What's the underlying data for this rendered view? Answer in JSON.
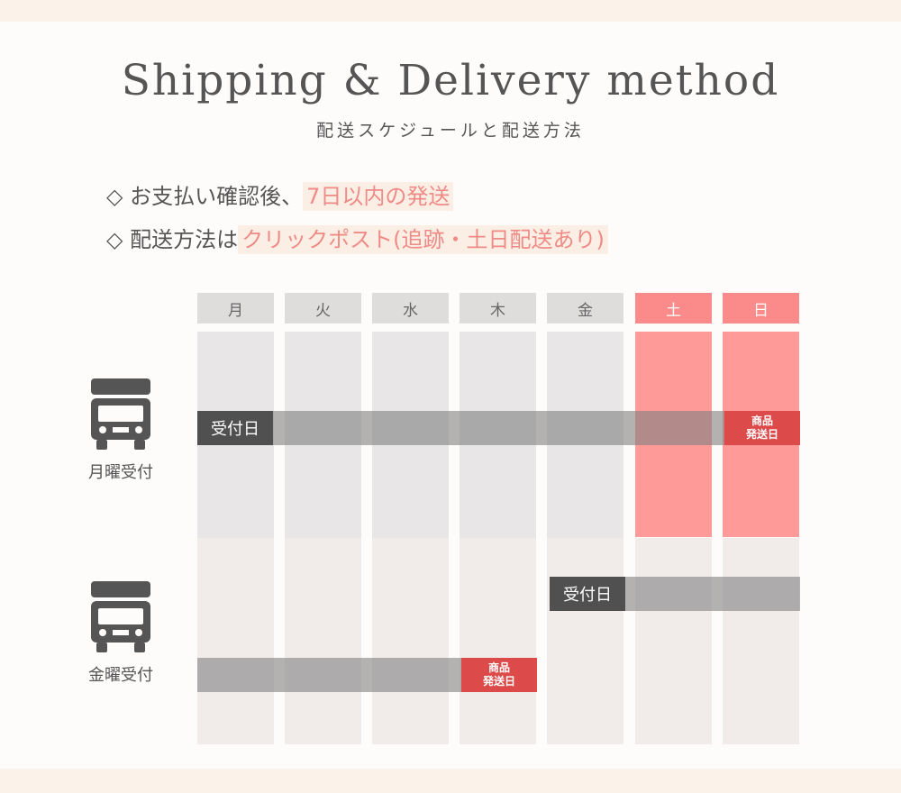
{
  "header": {
    "title": "Shipping & Delivery method",
    "subtitle": "配送スケジュールと配送方法"
  },
  "bullets": [
    {
      "prefix": "◇ お支払い確認後、",
      "highlight": "7日以内の発送"
    },
    {
      "prefix": "◇ 配送方法は",
      "highlight": "クリックポスト(追跡・土日配送あり)"
    }
  ],
  "days": [
    "月",
    "火",
    "水",
    "木",
    "金",
    "土",
    "日"
  ],
  "rows": [
    {
      "label": "月曜受付",
      "receive_label": "受付日",
      "ship_line1": "商品",
      "ship_line2": "発送日"
    },
    {
      "label": "金曜受付",
      "receive_label": "受付日",
      "ship_line1": "商品",
      "ship_line2": "発送日"
    }
  ],
  "colors": {
    "background": "#fbf3ea",
    "weekend": "#fb8a8a",
    "ship_tag": "#dd4a4a",
    "receive_tag": "#505050",
    "highlight_text": "#ef8b87"
  },
  "icons": [
    "truck-icon"
  ]
}
